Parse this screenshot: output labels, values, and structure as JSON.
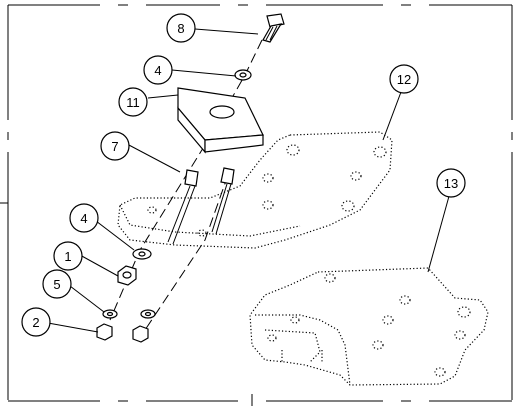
{
  "balloons": [
    {
      "id": "balloon-8",
      "label": "8"
    },
    {
      "id": "balloon-4-top",
      "label": "4"
    },
    {
      "id": "balloon-11",
      "label": "11"
    },
    {
      "id": "balloon-7",
      "label": "7"
    },
    {
      "id": "balloon-4-mid",
      "label": "4"
    },
    {
      "id": "balloon-1",
      "label": "1"
    },
    {
      "id": "balloon-5",
      "label": "5"
    },
    {
      "id": "balloon-2",
      "label": "2"
    },
    {
      "id": "balloon-12",
      "label": "12"
    },
    {
      "id": "balloon-13",
      "label": "13"
    }
  ]
}
